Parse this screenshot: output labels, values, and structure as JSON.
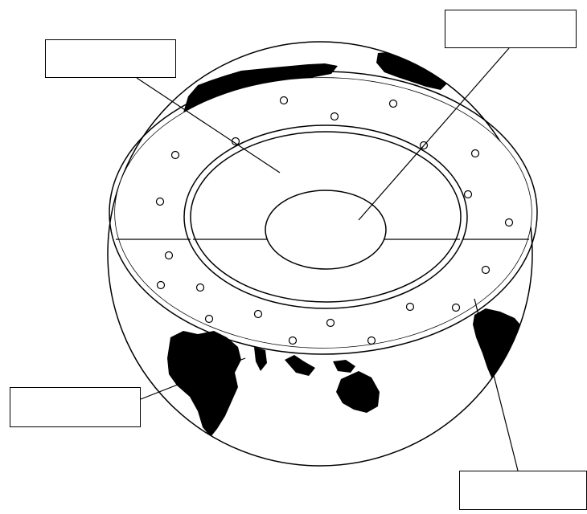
{
  "diagram": {
    "subject": "earth-interior-cutaway",
    "colors": {
      "ink": "#000000",
      "paper": "#ffffff",
      "land": "#000000"
    },
    "label_boxes": [
      {
        "id": "top-left",
        "text": ""
      },
      {
        "id": "top-right",
        "text": ""
      },
      {
        "id": "bottom-left",
        "text": ""
      },
      {
        "id": "bottom-right",
        "text": ""
      }
    ],
    "icons": [
      "continent-shape",
      "convection-dot"
    ]
  }
}
